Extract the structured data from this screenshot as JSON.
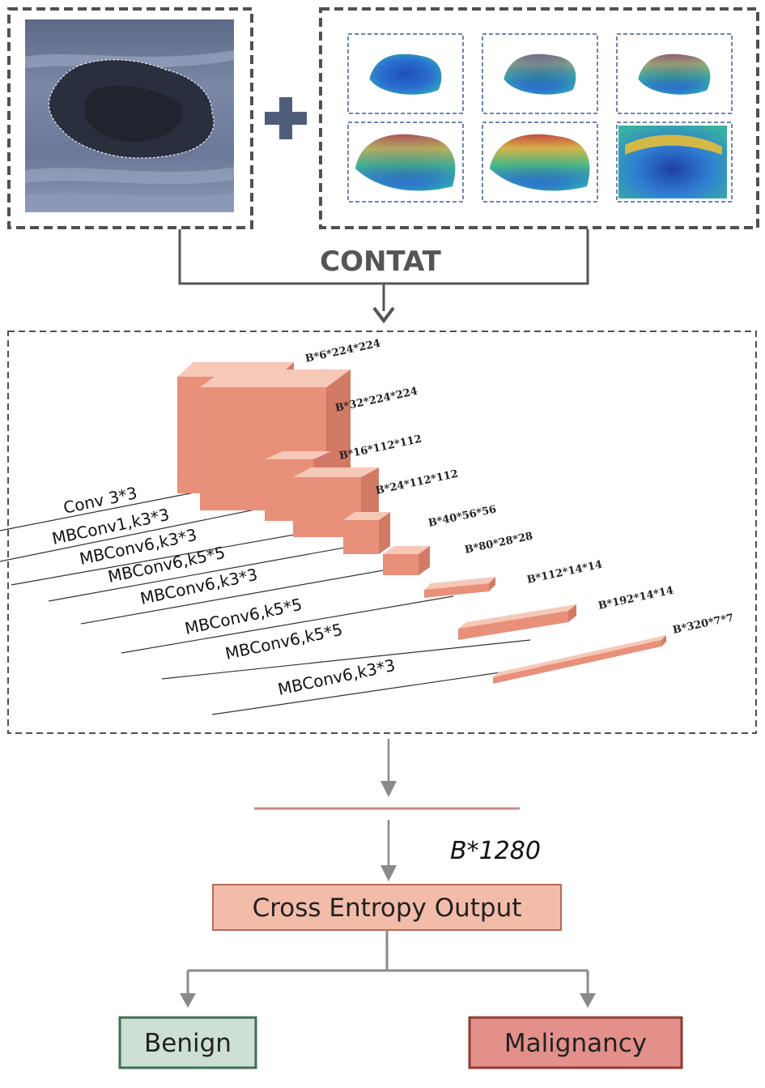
{
  "colors": {
    "frame": "#505050",
    "tile_border": "#3a5d9e",
    "block_front": "#e8907a",
    "block_top": "#f6c8b8",
    "block_side": "#d27a66",
    "output_fill": "#f3bca9",
    "output_border": "#b86a5a",
    "benign_fill": "#cde0d3",
    "benign_border": "#3f6e54",
    "malignant_fill": "#e4908a",
    "malignant_border": "#8f3a36",
    "feature_line": "#c98a86",
    "arrow": "#8a8a8a"
  },
  "concat_label": "CONTAT",
  "plus_icon": "plus-icon",
  "network": {
    "layers": [
      "Conv 3*3",
      "MBConv1,k3*3",
      "MBConv6,k3*3",
      "MBConv6,k5*5",
      "MBConv6,k3*3",
      "MBConv6,k5*5",
      "MBConv6,k5*5",
      "MBConv6,k3*3"
    ],
    "shapes": [
      "B*6*224*224",
      "B*32*224*224",
      "B*16*112*112",
      "B*24*112*112",
      "B*40*56*56",
      "B*80*28*28",
      "B*112*14*14",
      "B*192*14*14",
      "B*320*7*7"
    ]
  },
  "feature_label": "B*1280",
  "output_label": "Cross Entropy Output",
  "classes": {
    "benign": "Benign",
    "malignant": "Malignancy"
  }
}
